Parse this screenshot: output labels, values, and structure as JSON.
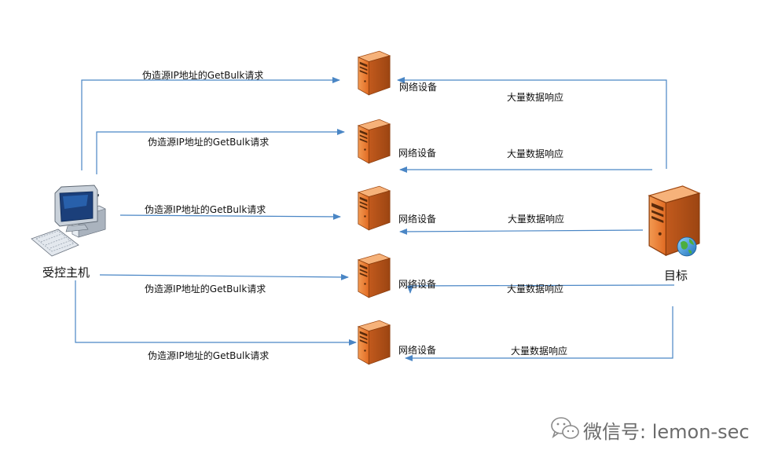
{
  "nodes": {
    "controlled_host": "受控主机",
    "target": "目标",
    "network_device": "网络设备"
  },
  "labels": {
    "request": "伪造源IP地址的GetBulk请求",
    "response": "大量数据响应"
  },
  "devices": [
    {
      "label": "网络设备",
      "request": "伪造源IP地址的GetBulk请求",
      "response": "大量数据响应"
    },
    {
      "label": "网络设备",
      "request": "伪造源IP地址的GetBulk请求",
      "response": "大量数据响应"
    },
    {
      "label": "网络设备",
      "request": "伪造源IP地址的GetBulk请求",
      "response": "大量数据响应"
    },
    {
      "label": "网络设备",
      "request": "伪造源IP地址的GetBulk请求",
      "response": "大量数据响应"
    },
    {
      "label": "网络设备",
      "request": "伪造源IP地址的GetBulk请求",
      "response": "大量数据响应"
    }
  ],
  "watermark": "微信号: lemon-sec",
  "colors": {
    "arrow": "#4a86c5",
    "server_orange": "#e8762c",
    "server_dark": "#b4531a"
  },
  "icons": {
    "controlled_host": "desktop-computer-icon",
    "device": "server-tower-icon",
    "target": "web-server-globe-icon",
    "watermark": "wechat-icon"
  }
}
